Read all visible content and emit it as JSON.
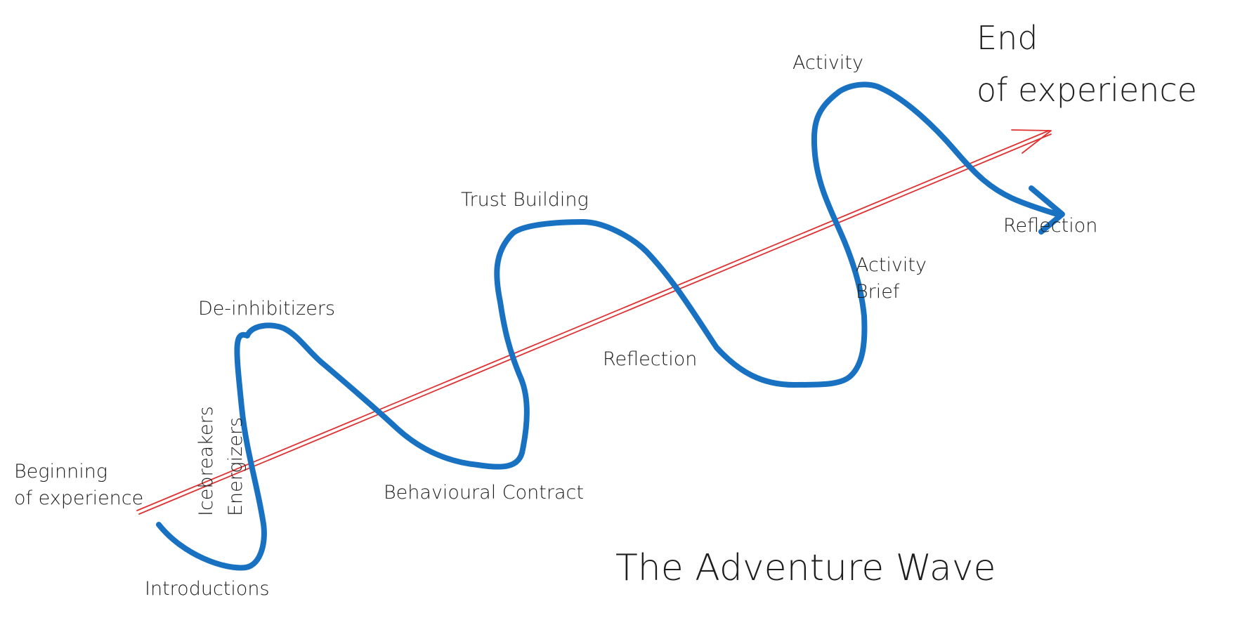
{
  "diagram": {
    "title": "The Adventure Wave",
    "start_label": [
      "Beginning",
      "of experience"
    ],
    "end_label": [
      "End",
      "of experience"
    ],
    "stages": {
      "introductions": "Introductions",
      "icebreakers": "Icebreakers",
      "energizers": "Energizers",
      "de_inhibitizers": "De-inhibitizers",
      "behavioural_contract": "Behavioural Contract",
      "trust_building": "Trust Building",
      "reflection_1": "Reflection",
      "activity_brief": [
        "Activity",
        "Brief"
      ],
      "activity": "Activity",
      "reflection_2": "Reflection"
    },
    "colors": {
      "wave": "#1971c2",
      "arrow": "#e03131",
      "text": "#1e1e1e"
    }
  }
}
